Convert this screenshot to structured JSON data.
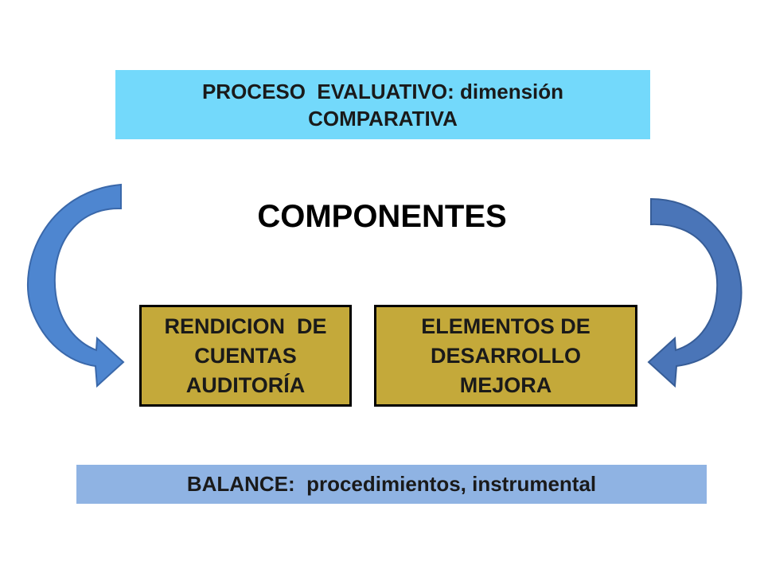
{
  "header": {
    "line1": "PROCESO  EVALUATIVO: dimensión",
    "line2": "COMPARATIVA"
  },
  "components_title": "COMPONENTES",
  "components": [
    {
      "lines": [
        "RENDICION  DE",
        "CUENTAS",
        "AUDITORÍA"
      ]
    },
    {
      "lines": [
        "ELEMENTOS DE",
        "DESARROLLO",
        "MEJORA"
      ]
    }
  ],
  "balance": "BALANCE:  procedimientos, instrumental",
  "colors": {
    "header_bg": "#73d9fb",
    "component_bg": "#c4a93a",
    "balance_bg": "#8fb3e3",
    "arrow_left": "#4e86d0",
    "arrow_right": "#4a75b8"
  }
}
